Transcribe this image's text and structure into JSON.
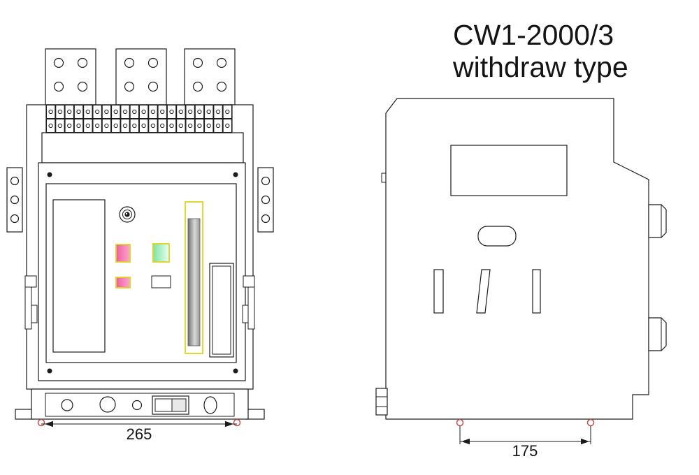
{
  "title": {
    "model": "CW1-2000/3",
    "type_label": "withdraw type"
  },
  "dimensions": {
    "front_width": "265",
    "side_depth": "175"
  },
  "colors": {
    "line": "#1c1c1c",
    "indicator_pink": "#ee5aa0",
    "indicator_pink_light": "#fca9cf",
    "indicator_green": "#7fe2a2",
    "indicator_green_light": "#eafff2",
    "highlight_yellow": "#ddd41f",
    "slot_dark": "#6f6f6f",
    "slot_mid": "#d9d9d9",
    "slot_edge": "#9a9a9a",
    "marker_red": "#c0504d"
  }
}
